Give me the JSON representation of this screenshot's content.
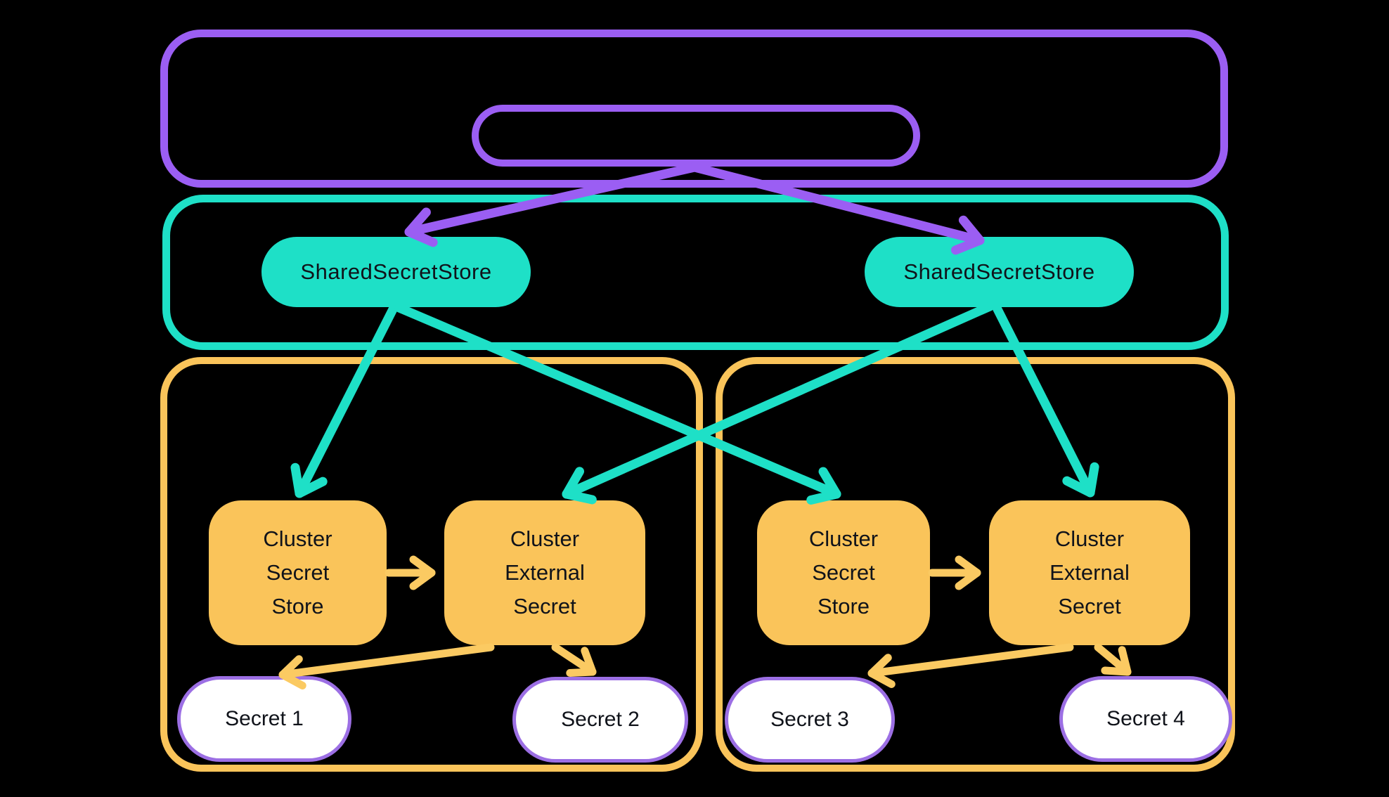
{
  "colors": {
    "background": "#000000",
    "purple": "#9b5ef3",
    "teal": "#1ee0c7",
    "yellow": "#fac45a",
    "yellow_arrow": "#fbca62",
    "secret_border": "#9c6fe4",
    "white": "#ffffff",
    "text": "#10131a"
  },
  "shared_stores": [
    "SharedSecretStore",
    "SharedSecretStore"
  ],
  "clusters": [
    {
      "boxes": [
        {
          "lines": [
            "Cluster",
            "Secret",
            "Store"
          ]
        },
        {
          "lines": [
            "Cluster",
            "External",
            "Secret"
          ]
        }
      ],
      "secrets": [
        "Secret 1",
        "Secret 2"
      ]
    },
    {
      "boxes": [
        {
          "lines": [
            "Cluster",
            "Secret",
            "Store"
          ]
        },
        {
          "lines": [
            "Cluster",
            "External",
            "Secret"
          ]
        }
      ],
      "secrets": [
        "Secret 3",
        "Secret 4"
      ]
    }
  ]
}
